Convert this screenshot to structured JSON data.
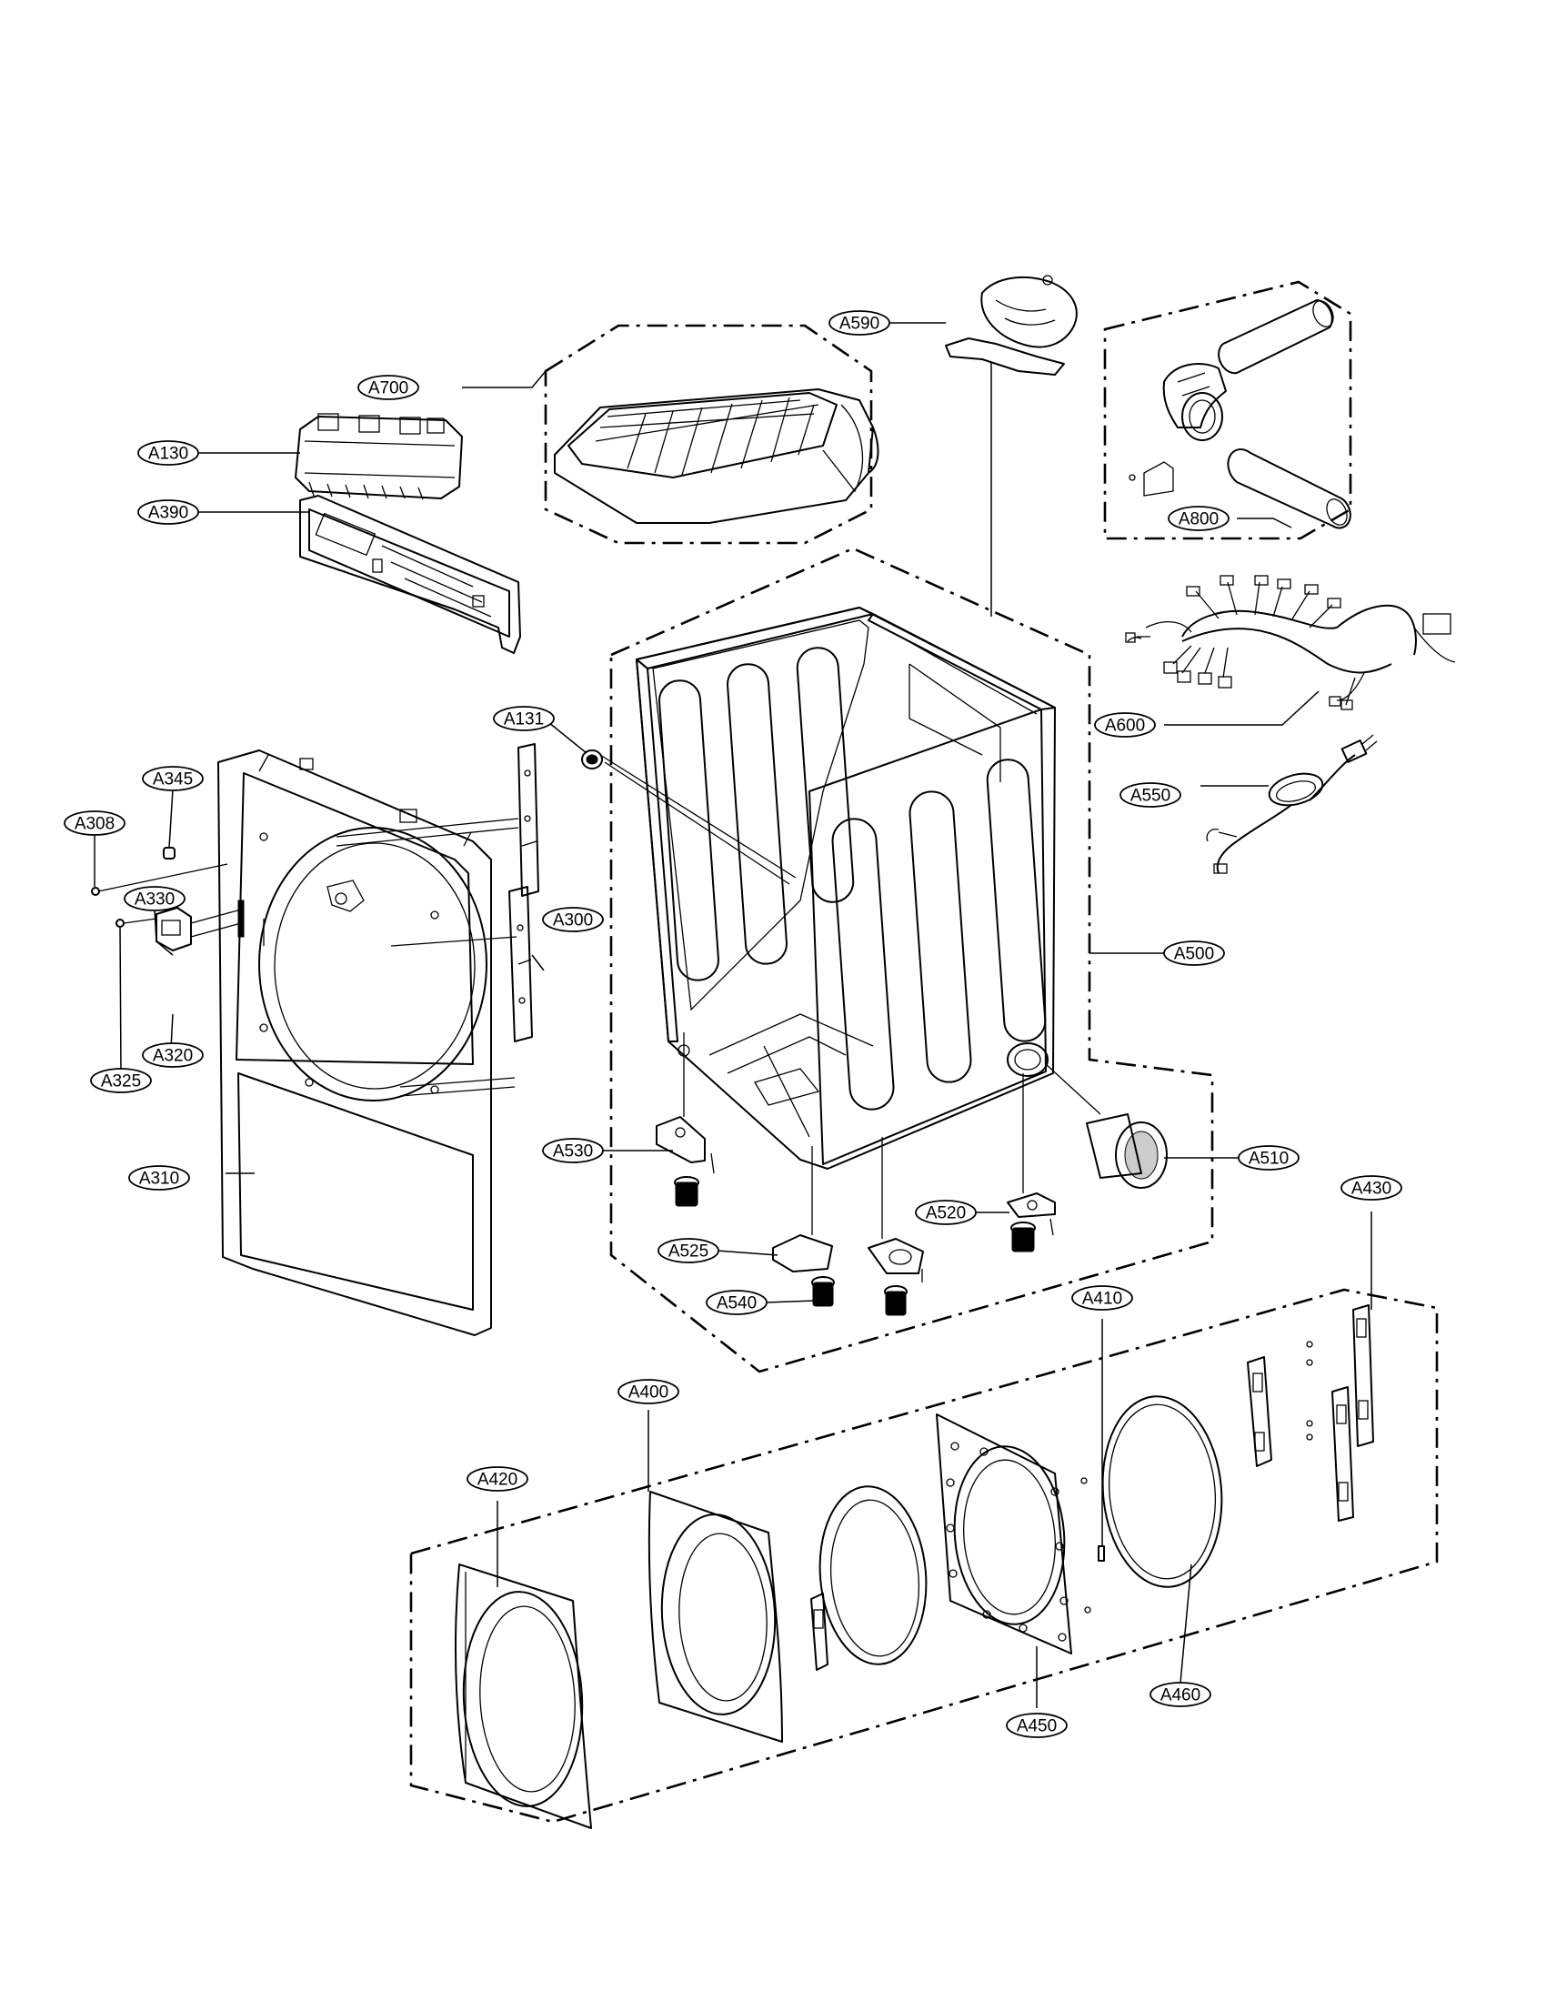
{
  "labels": {
    "A590": "A590",
    "A700": "A700",
    "A130": "A130",
    "A390": "A390",
    "A800": "A800",
    "A600": "A600",
    "A131": "A131",
    "A345": "A345",
    "A308": "A308",
    "A330": "A330",
    "A300": "A300",
    "A320": "A320",
    "A325": "A325",
    "A550": "A550",
    "A500": "A500",
    "A310": "A310",
    "A530": "A530",
    "A510": "A510",
    "A430": "A430",
    "A520": "A520",
    "A525": "A525",
    "A540": "A540",
    "A410": "A410",
    "A400": "A400",
    "A420": "A420",
    "A460": "A460",
    "A450": "A450"
  }
}
